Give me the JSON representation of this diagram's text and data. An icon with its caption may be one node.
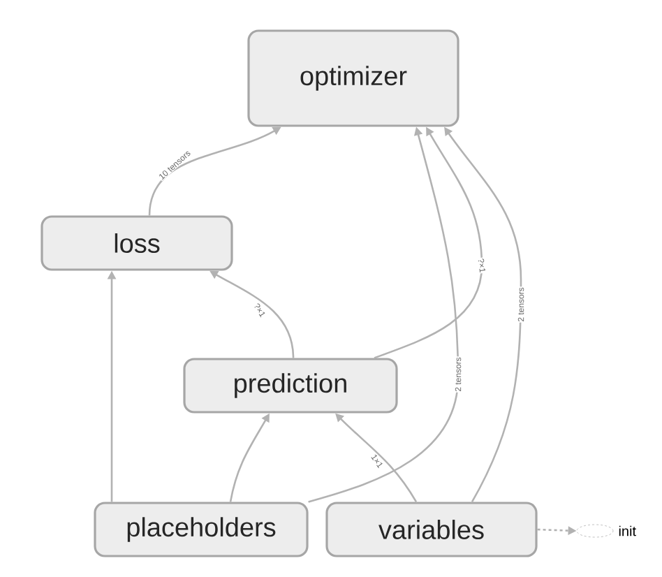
{
  "diagram": {
    "nodes": [
      {
        "text": [
          "optimizer"
        ]
      },
      {
        "text": [
          "loss"
        ]
      },
      {
        "text": [
          "prediction"
        ]
      },
      {
        "text": [
          "placeholders"
        ]
      },
      {
        "text": [
          "variables"
        ]
      },
      {
        "text": [],
        "shape": "ellipse",
        "beside": [
          "init"
        ]
      }
    ],
    "edges": [
      {
        "from": 1,
        "to": 0,
        "arrow": "to",
        "label": "10 tensors"
      },
      {
        "from": 2,
        "to": 1,
        "arrow": "to",
        "label": "?×1"
      },
      {
        "from": 2,
        "to": 0,
        "arrow": "to",
        "label": "?×1"
      },
      {
        "from": 3,
        "to": 1,
        "arrow": "to"
      },
      {
        "from": 3,
        "to": 2,
        "arrow": "to"
      },
      {
        "from": 3,
        "to": 0,
        "arrow": "to",
        "label": "2 tensors"
      },
      {
        "from": 4,
        "to": 2,
        "arrow": "to",
        "label": "1×1"
      },
      {
        "from": 4,
        "to": 0,
        "arrow": "to",
        "label": "2 tensors"
      },
      {
        "from": 4,
        "to": 5,
        "arrow": "to",
        "style": "dashed"
      }
    ]
  }
}
